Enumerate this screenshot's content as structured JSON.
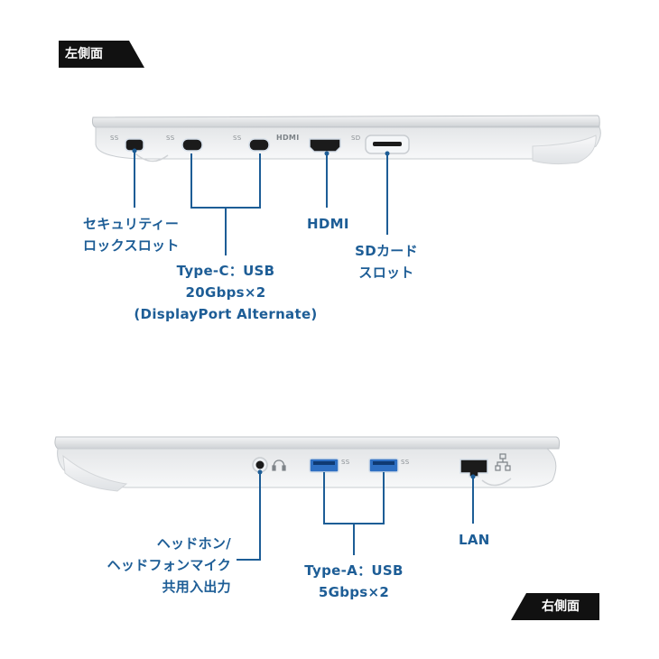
{
  "left_side": {
    "heading": "左側面",
    "port_labels": {
      "security": "SS",
      "usb_c_1": "SS",
      "usb_c_2": "SS",
      "hdmi": "HDMI",
      "sd": "SD"
    },
    "callouts": {
      "security_slot": [
        "セキュリティー",
        "ロックスロット"
      ],
      "usb_c": [
        "Type-C：USB",
        "20Gbps×2",
        "(DisplayPort  Alternate)"
      ],
      "hdmi": [
        "HDMI"
      ],
      "sd_slot": [
        "SDカード",
        "スロット"
      ]
    }
  },
  "right_side": {
    "heading": "右側面",
    "port_labels": {
      "usb_a_1": "SS",
      "usb_a_2": "SS"
    },
    "callouts": {
      "audio": [
        "ヘッドホン/",
        "ヘッドフォンマイク",
        "共用入出力"
      ],
      "usb_a": [
        "Type-A：USB",
        "5Gbps×2"
      ],
      "lan": [
        "LAN"
      ]
    }
  },
  "colors": {
    "accent": "#1d5d96",
    "tag_bg": "#111111",
    "port_outline": "#d6dfe9"
  }
}
